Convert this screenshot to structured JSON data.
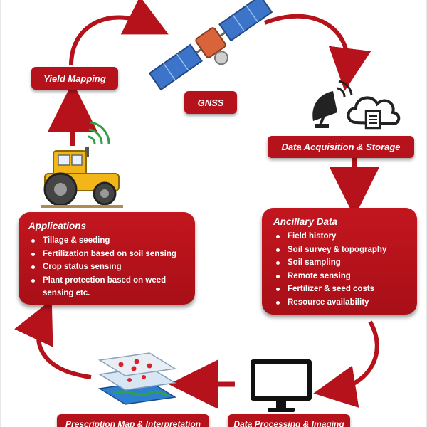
{
  "nodes": {
    "yield_mapping": "Yield Mapping",
    "gnss": "GNSS",
    "data_acquisition": "Data Acquisition & Storage",
    "processing": "Data Processing & Imaging",
    "prescription": "Prescription Map & Interpretation"
  },
  "applications": {
    "title": "Applications",
    "items": [
      "Tillage & seeding",
      "Fertilization based on soil sensing",
      "Crop status sensing",
      "Plant protection based on weed sensing etc."
    ]
  },
  "ancillary": {
    "title": "Ancillary Data",
    "items": [
      "Field history",
      "Soil survey & topography",
      "Soil sampling",
      "Remote sensing",
      "Fertilizer & seed costs",
      "Resource availability"
    ]
  },
  "colors": {
    "accent": "#b5121b",
    "tractor": "#f2b619",
    "dark": "#333333"
  },
  "icons": [
    "satellite-icon",
    "satellite-dish-icon",
    "cloud-storage-icon",
    "tractor-icon",
    "monitor-icon",
    "map-layers-icon"
  ]
}
